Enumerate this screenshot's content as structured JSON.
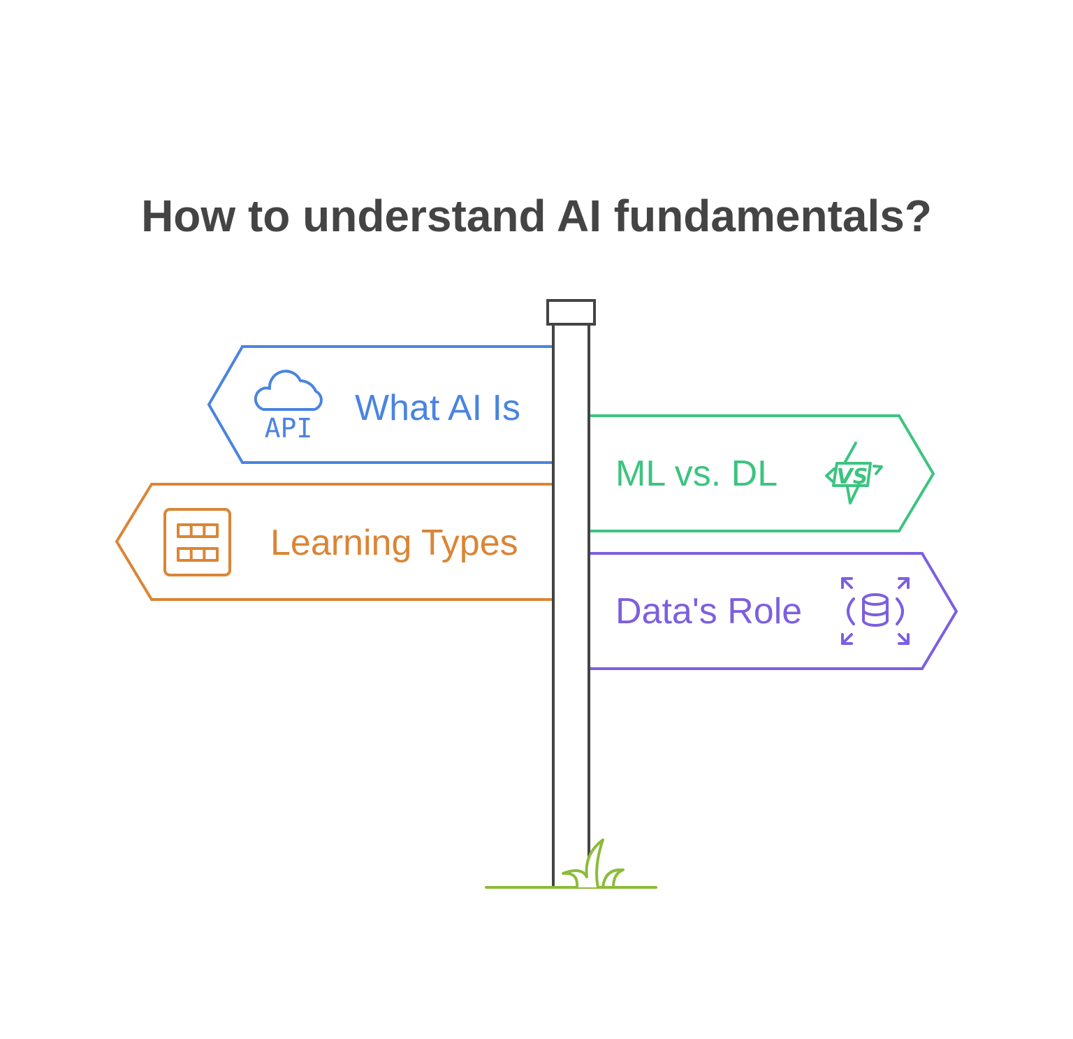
{
  "title": "How to understand AI fundamentals?",
  "signs": [
    {
      "id": "what-ai-is",
      "label": "What AI Is",
      "icon": "cloud-api-icon",
      "icon_text": "API",
      "color": "#4A84E0",
      "side": "left"
    },
    {
      "id": "ml-vs-dl",
      "label": "ML vs. DL",
      "icon": "versus-icon",
      "icon_text": "VS",
      "color": "#3CC47F",
      "side": "right"
    },
    {
      "id": "learning-types",
      "label": "Learning Types",
      "icon": "grid-table-icon",
      "color": "#DB8535",
      "side": "left"
    },
    {
      "id": "datas-role",
      "label": "Data's Role",
      "icon": "database-expand-icon",
      "color": "#7C5FE0",
      "side": "right"
    }
  ],
  "colors": {
    "title": "#444444",
    "post": "#444444",
    "grass": "#8DBB3A"
  }
}
